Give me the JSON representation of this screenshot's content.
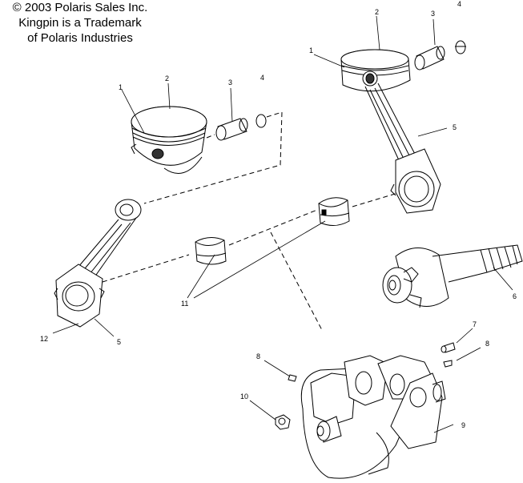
{
  "header": {
    "line1": "© 2003 Polaris Sales Inc.",
    "line2": "Kingpin is a Trademark",
    "line3": "of Polaris Industries"
  },
  "callouts": {
    "piston_left": "1",
    "ring_left": "2",
    "pin_left": "3",
    "clip_left": "4",
    "piston_right": "1",
    "ring_right": "2",
    "pin_right": "3",
    "clip_right": "4",
    "rod_right": "5",
    "rod_left": "5",
    "shaft": "6",
    "bolt": "7",
    "screw_left": "8",
    "screw_right": "8",
    "crankshaft": "9",
    "nut": "10",
    "bearings": "11",
    "rod_bottom": "12"
  }
}
